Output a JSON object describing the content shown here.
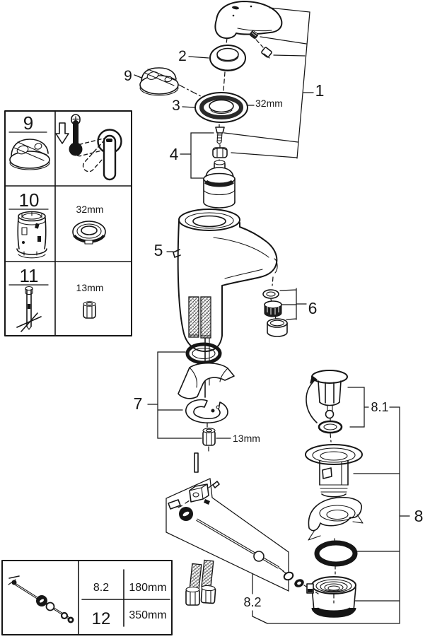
{
  "labels": {
    "p1": "1",
    "p2": "2",
    "p3": "3",
    "p4": "4",
    "p5": "5",
    "p6": "6",
    "p7": "7",
    "p8": "8",
    "p81": "8.1",
    "p82": "8.2",
    "p9": "9",
    "dim32": "32mm",
    "dim13": "13mm"
  },
  "legend": {
    "rows": [
      {
        "num": "9"
      },
      {
        "num": "10",
        "dim": "32mm"
      },
      {
        "num": "11",
        "dim": "13mm"
      }
    ]
  },
  "table": {
    "rows": [
      {
        "part": "8.2",
        "length": "180mm"
      },
      {
        "part": "12",
        "length": "350mm"
      }
    ]
  },
  "colors": {
    "line": "#161616",
    "background": "#ffffff"
  }
}
